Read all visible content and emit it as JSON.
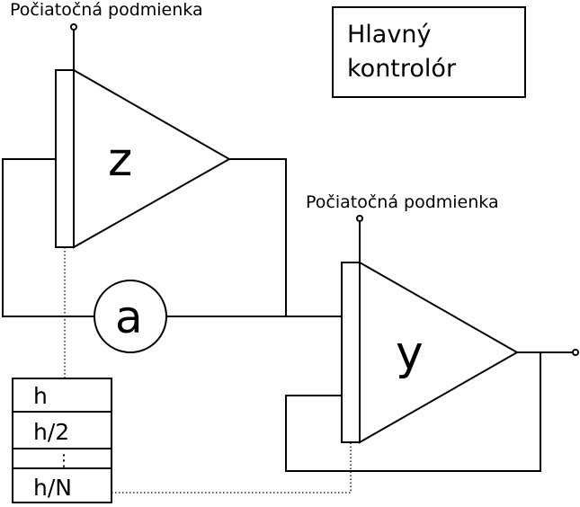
{
  "initial_condition_top": "Počiatočná podmienka",
  "initial_condition_right": "Počiatočná podmienka",
  "main_controller": {
    "line1": "Hlavný",
    "line2": "kontrolór"
  },
  "integrator_z_label": "z",
  "integrator_y_label": "y",
  "multiplier_label": "a",
  "step_stack": [
    "h",
    "h/2",
    "⋮",
    "h/N"
  ]
}
